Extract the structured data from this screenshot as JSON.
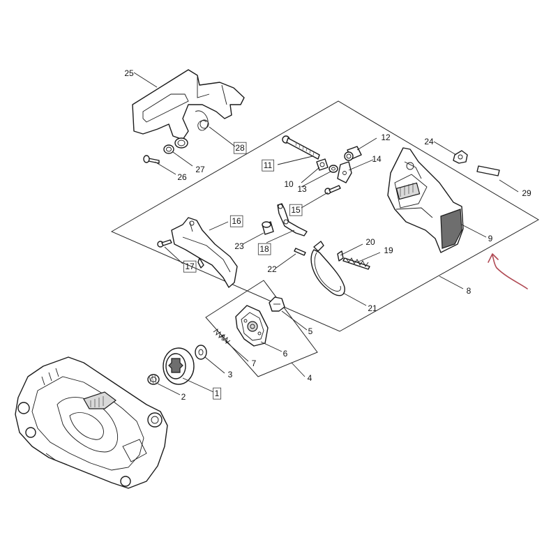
{
  "diagram": {
    "callouts": [
      {
        "id": "c1",
        "label": "1",
        "boxed": true
      },
      {
        "id": "c2",
        "label": "2",
        "boxed": false
      },
      {
        "id": "c3",
        "label": "3",
        "boxed": false
      },
      {
        "id": "c4",
        "label": "4",
        "boxed": false
      },
      {
        "id": "c5",
        "label": "5",
        "boxed": false
      },
      {
        "id": "c6",
        "label": "6",
        "boxed": false
      },
      {
        "id": "c7",
        "label": "7",
        "boxed": false
      },
      {
        "id": "c8",
        "label": "8",
        "boxed": false
      },
      {
        "id": "c9",
        "label": "9",
        "boxed": false
      },
      {
        "id": "c10",
        "label": "10",
        "boxed": false
      },
      {
        "id": "c11",
        "label": "11",
        "boxed": true
      },
      {
        "id": "c12",
        "label": "12",
        "boxed": false
      },
      {
        "id": "c13",
        "label": "13",
        "boxed": false
      },
      {
        "id": "c14",
        "label": "14",
        "boxed": false
      },
      {
        "id": "c15",
        "label": "15",
        "boxed": true
      },
      {
        "id": "c16",
        "label": "16",
        "boxed": true
      },
      {
        "id": "c17",
        "label": "17",
        "boxed": true
      },
      {
        "id": "c18",
        "label": "18",
        "boxed": true
      },
      {
        "id": "c19",
        "label": "19",
        "boxed": false
      },
      {
        "id": "c20",
        "label": "20",
        "boxed": false
      },
      {
        "id": "c21",
        "label": "21",
        "boxed": false
      },
      {
        "id": "c22",
        "label": "22",
        "boxed": false
      },
      {
        "id": "c23",
        "label": "23",
        "boxed": false
      },
      {
        "id": "c24",
        "label": "24",
        "boxed": false
      },
      {
        "id": "c25",
        "label": "25",
        "boxed": false
      },
      {
        "id": "c26",
        "label": "26",
        "boxed": false
      },
      {
        "id": "c27",
        "label": "27",
        "boxed": false
      },
      {
        "id": "c28",
        "label": "28",
        "boxed": true
      },
      {
        "id": "c29",
        "label": "29",
        "boxed": false
      }
    ],
    "annotation_color": "#b04a54"
  }
}
